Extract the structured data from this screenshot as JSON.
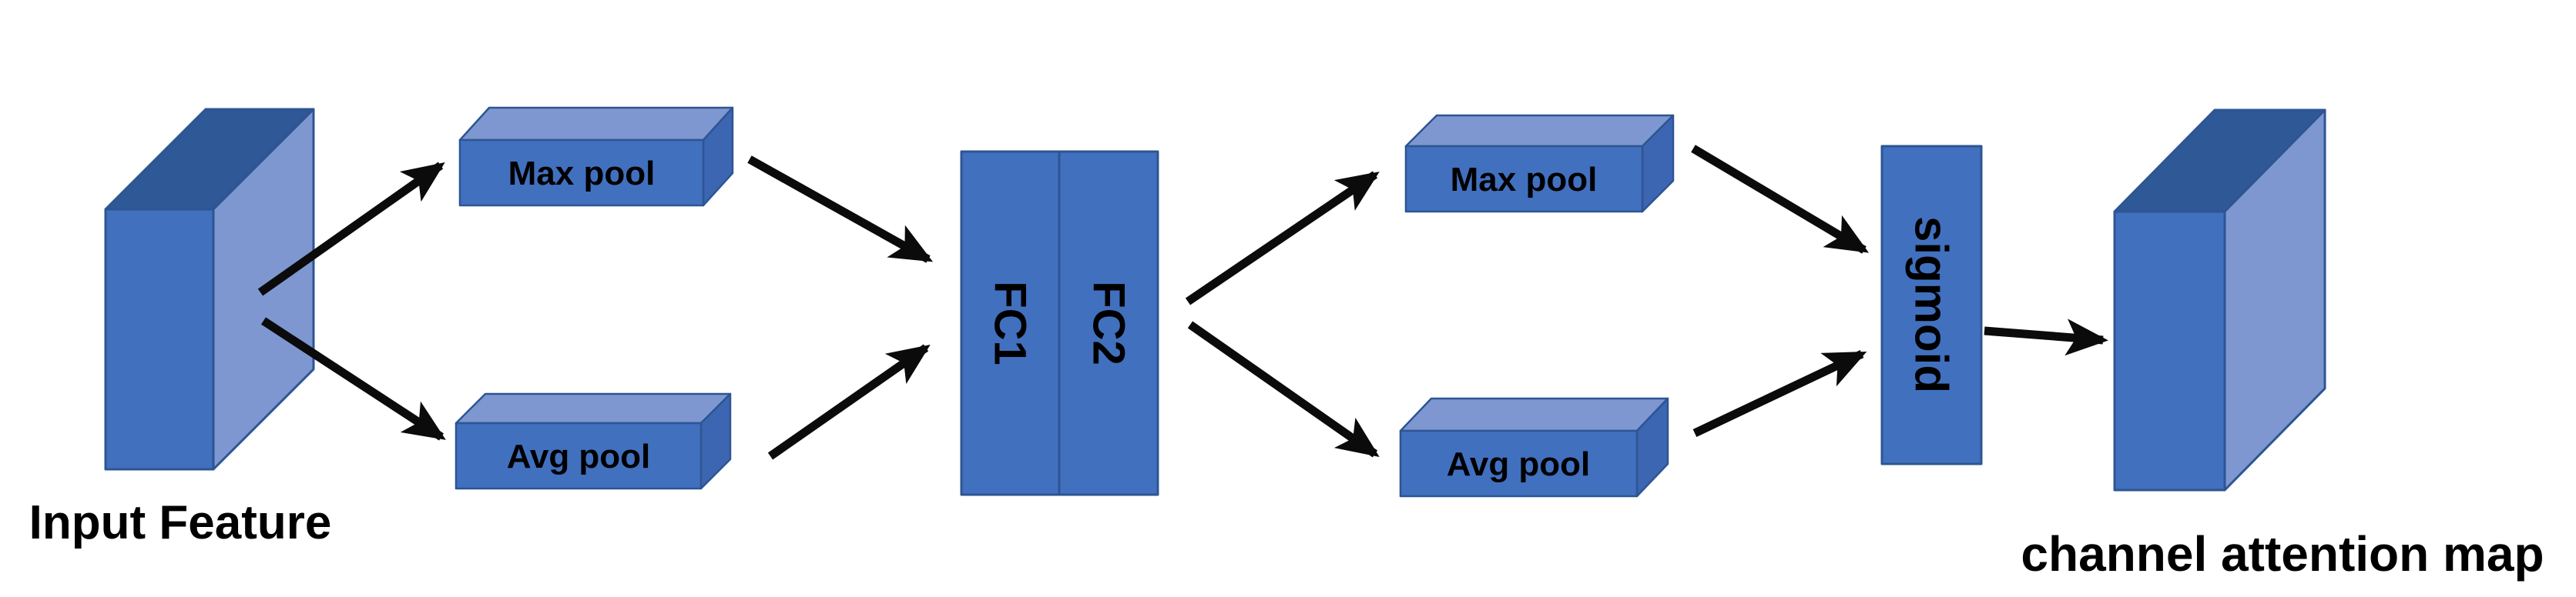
{
  "figure": {
    "background": "#ffffff",
    "nodes": {
      "input_box": {
        "label": "Input Feature"
      },
      "max_pool_left": {
        "label": "Max pool"
      },
      "avg_pool_left": {
        "label": "Avg pool"
      },
      "fc1": {
        "label": "FC1"
      },
      "fc2": {
        "label": "FC2"
      },
      "max_pool_right": {
        "label": "Max pool"
      },
      "avg_pool_right": {
        "label": "Avg pool"
      },
      "sigmoid": {
        "label": "sigmoid"
      },
      "output_box": {
        "label": "channel attention map"
      }
    },
    "colors": {
      "box_face": "#4170bf",
      "box_top_dark": "#2f5896",
      "box_side_light": "#7e97d1",
      "pool_side": "#3c66b2",
      "edge": "#2e5593",
      "arrow": "#0b0b0b",
      "text": "#000000"
    }
  }
}
